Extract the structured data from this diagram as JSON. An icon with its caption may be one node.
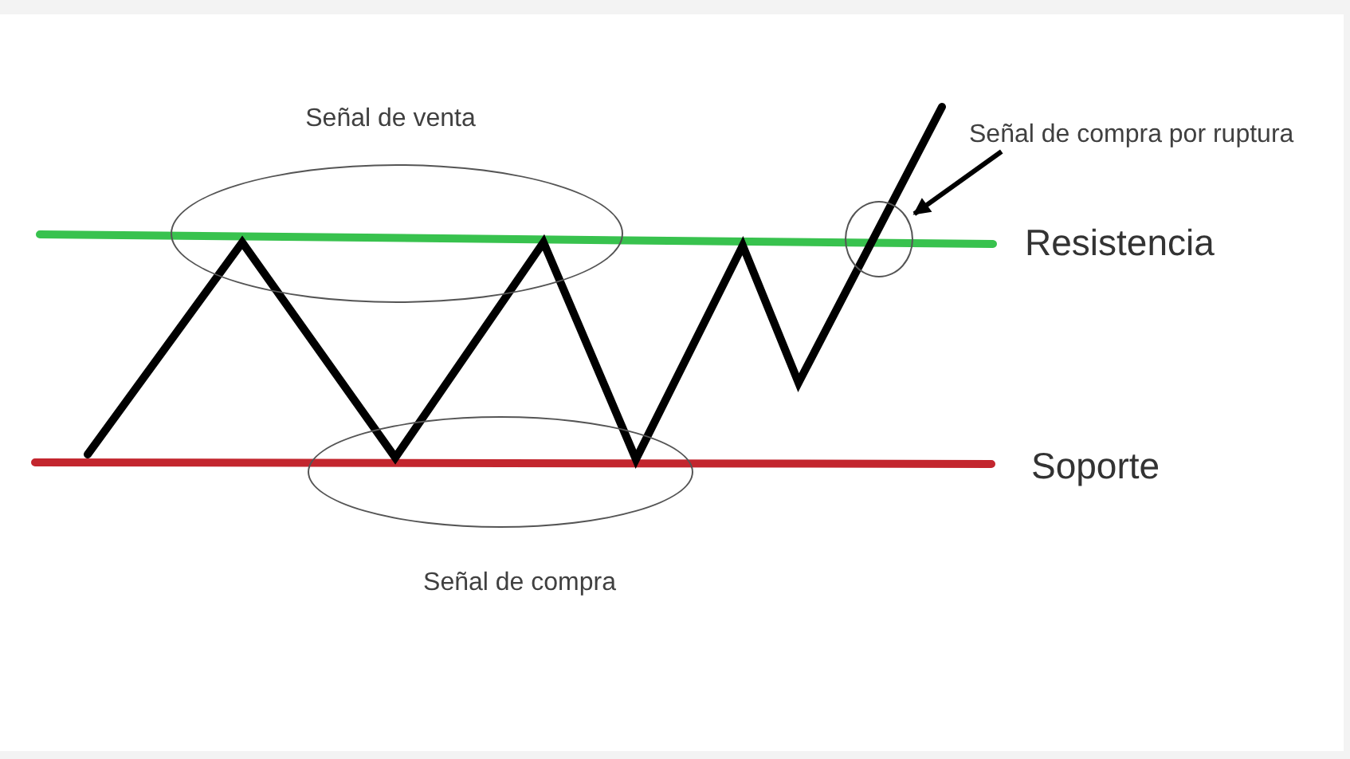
{
  "diagram": {
    "nodes": [
      {
        "text": [
          "Señal de venta"
        ]
      },
      {
        "text": [
          "Señal de compra por ruptura"
        ]
      },
      {
        "text": [],
        "shape": "circle"
      },
      {
        "text": [
          "Señal de compra"
        ]
      }
    ],
    "edges": [
      {
        "from": 1,
        "to": 2,
        "arrow": "to"
      }
    ],
    "labels": [
      "Resistencia",
      "Soporte"
    ]
  }
}
